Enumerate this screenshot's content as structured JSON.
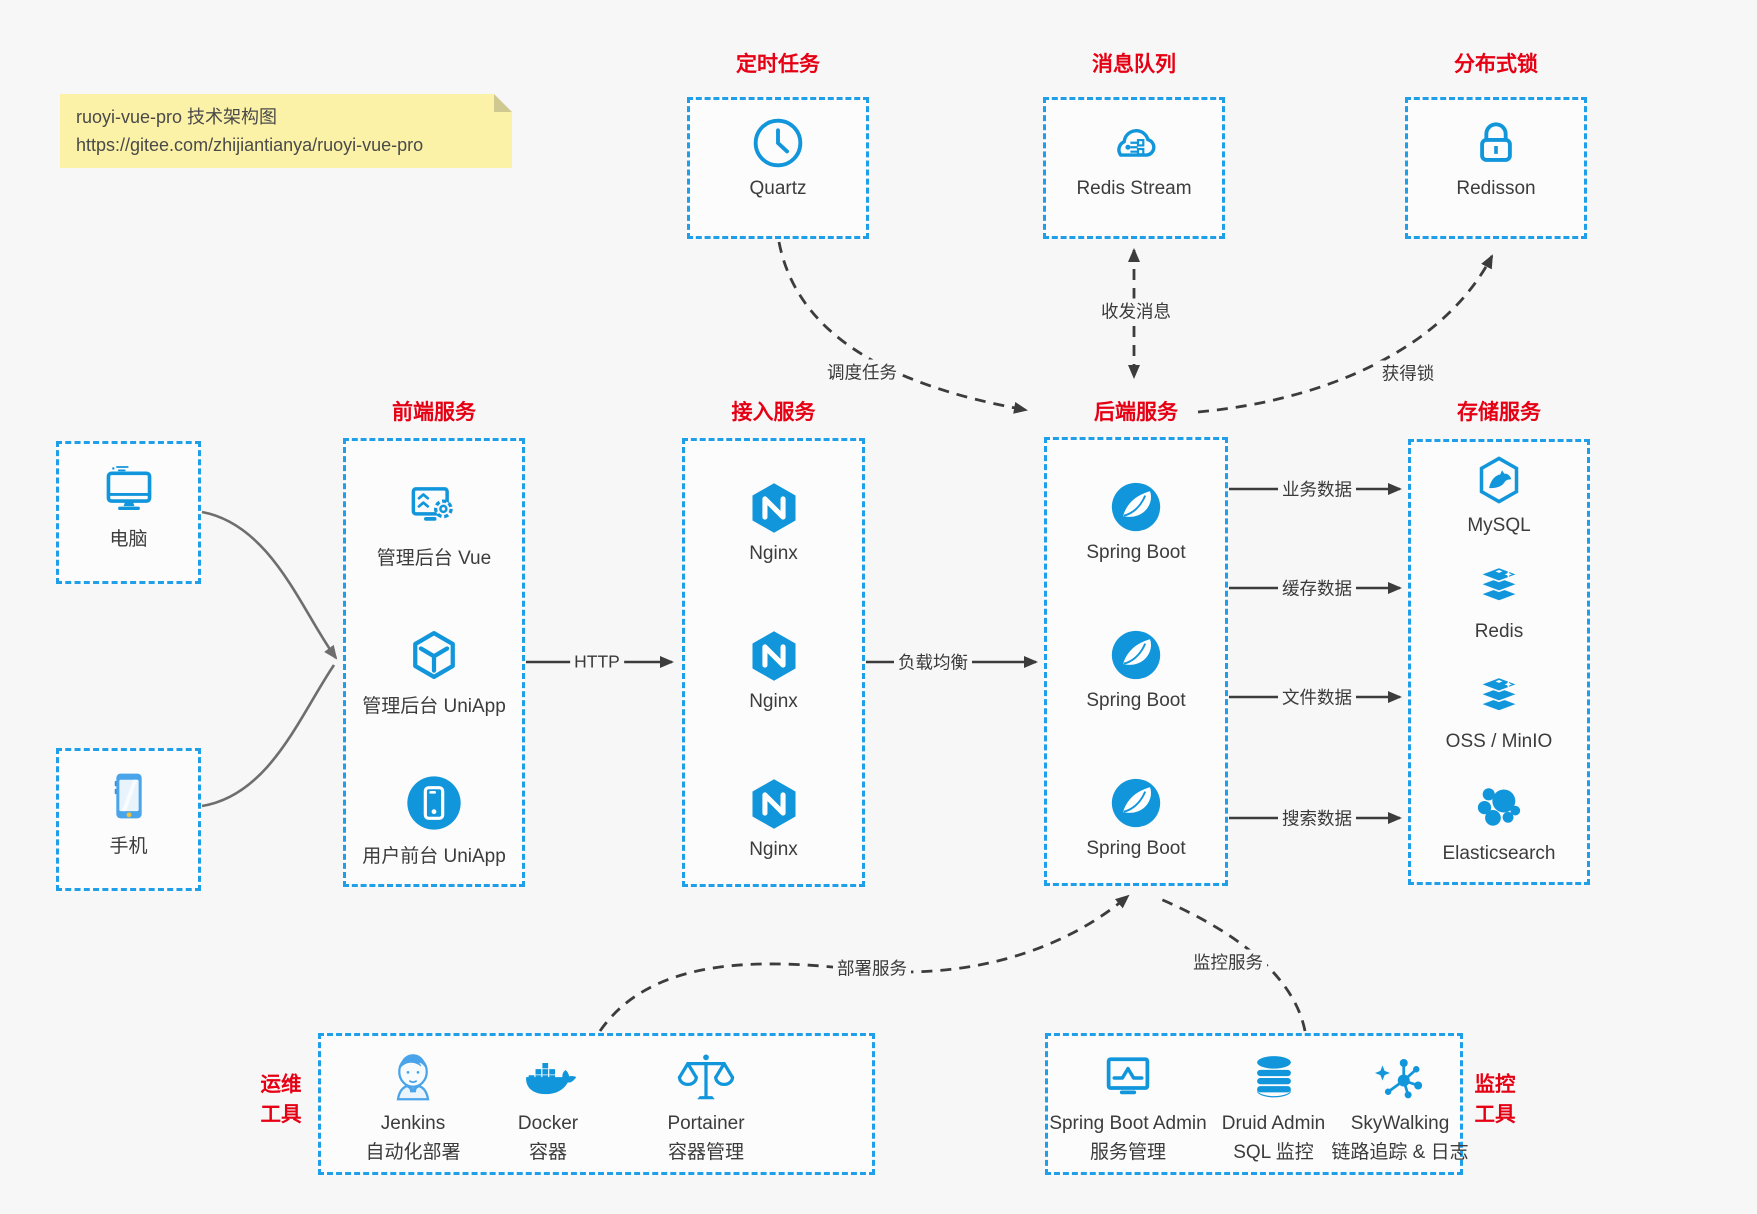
{
  "note": {
    "line1": "ruoyi-vue-pro 技术架构图",
    "line2": "https://gitee.com/zhijiantianya/ruoyi-vue-pro"
  },
  "top": {
    "scheduler": {
      "title": "定时任务",
      "item": "Quartz"
    },
    "mq": {
      "title": "消息队列",
      "item": "Redis Stream"
    },
    "lock": {
      "title": "分布式锁",
      "item": "Redisson"
    }
  },
  "clients": {
    "pc": "电脑",
    "mobile": "手机"
  },
  "frontend": {
    "title": "前端服务",
    "items": [
      "管理后台 Vue",
      "管理后台 UniApp",
      "用户前台 UniApp"
    ]
  },
  "gateway": {
    "title": "接入服务",
    "items": [
      "Nginx",
      "Nginx",
      "Nginx"
    ]
  },
  "backend": {
    "title": "后端服务",
    "items": [
      "Spring Boot",
      "Spring Boot",
      "Spring Boot"
    ]
  },
  "storage": {
    "title": "存储服务",
    "items": [
      "MySQL",
      "Redis",
      "OSS / MinIO",
      "Elasticsearch"
    ]
  },
  "edges": {
    "http": "HTTP",
    "load_balance": "负载均衡",
    "schedule": "调度任务",
    "message": "收发消息",
    "lock": "获得锁",
    "business": "业务数据",
    "cache": "缓存数据",
    "file": "文件数据",
    "search": "搜索数据",
    "deploy": "部署服务",
    "monitor": "监控服务"
  },
  "ops": {
    "title1": "运维",
    "title2": "工具",
    "items": [
      {
        "name": "Jenkins",
        "desc": "自动化部署"
      },
      {
        "name": "Docker",
        "desc": "容器"
      },
      {
        "name": "Portainer",
        "desc": "容器管理"
      }
    ]
  },
  "monitoring": {
    "title1": "监控",
    "title2": "工具",
    "items": [
      {
        "name": "Spring Boot Admin",
        "desc": "服务管理"
      },
      {
        "name": "Druid Admin",
        "desc": "SQL 监控"
      },
      {
        "name": "SkyWalking",
        "desc": "链路追踪 & 日志"
      }
    ]
  },
  "colors": {
    "accent": "#1296db",
    "border": "#1e9fe8",
    "title_red": "#e60014",
    "background": "#f7f7f7"
  }
}
